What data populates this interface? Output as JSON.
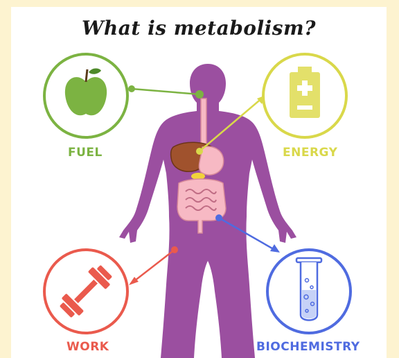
{
  "title": "What is metabolism?",
  "labels": {
    "fuel": "FUEL",
    "energy": "ENERGY",
    "work": "WORK",
    "biochemistry": "BIOCHEMISTRY"
  },
  "colors": {
    "background": "#fdf3d0",
    "body": "#9b4fa0",
    "fuel": "#7cb342",
    "energy": "#d9d84a",
    "work": "#ea5a4d",
    "biochemistry": "#4f6be0"
  },
  "icons": {
    "fuel": "apple-icon",
    "energy": "battery-icon",
    "work": "dumbbell-icon",
    "biochemistry": "test-tube-icon"
  }
}
